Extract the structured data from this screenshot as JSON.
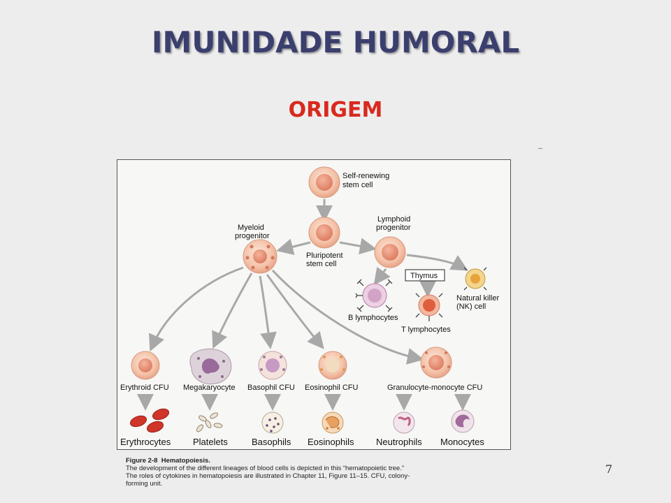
{
  "slide": {
    "title": "IMUNIDADE HUMORAL",
    "subtitle": "ORIGEM",
    "page_number": "7"
  },
  "diagram": {
    "nodes": {
      "self_renewing_1": "Self-renewing",
      "self_renewing_2": "stem cell",
      "pluripotent_1": "Pluripotent",
      "pluripotent_2": "stem cell",
      "myeloid_1": "Myeloid",
      "myeloid_2": "progenitor",
      "lymphoid_1": "Lymphoid",
      "lymphoid_2": "progenitor",
      "thymus": "Thymus",
      "b_lymphocytes": "B lymphocytes",
      "t_lymphocytes": "T lymphocytes",
      "nk_1": "Natural killer",
      "nk_2": "(NK) cell",
      "erythroid_cfu": "Erythroid CFU",
      "megakaryocyte": "Megakaryocyte",
      "basophil_cfu": "Basophil CFU",
      "eosinophil_cfu": "Eosinophil CFU",
      "gm_cfu": "Granulocyte-monocyte CFU",
      "erythrocytes": "Erythrocytes",
      "platelets": "Platelets",
      "basophils": "Basophils",
      "eosinophils": "Eosinophils",
      "neutrophils": "Neutrophils",
      "monocytes": "Monocytes"
    },
    "colors": {
      "cell_fill": "#f4c7b0",
      "nucleus": "#e8947a",
      "arrow": "#a8a8a8",
      "red_cell": "#d0352a"
    }
  },
  "caption": {
    "figure_label": "Figure 2-8",
    "figure_title": "Hematopoiesis.",
    "line1": "The development of the different lineages of blood cells is depicted in this “hematopoietic tree.”",
    "line2": "The roles of cytokines in hematopoiesis are illustrated in Chapter 11, Figure 11–15. CFU, colony-",
    "line3": "forming unit."
  }
}
